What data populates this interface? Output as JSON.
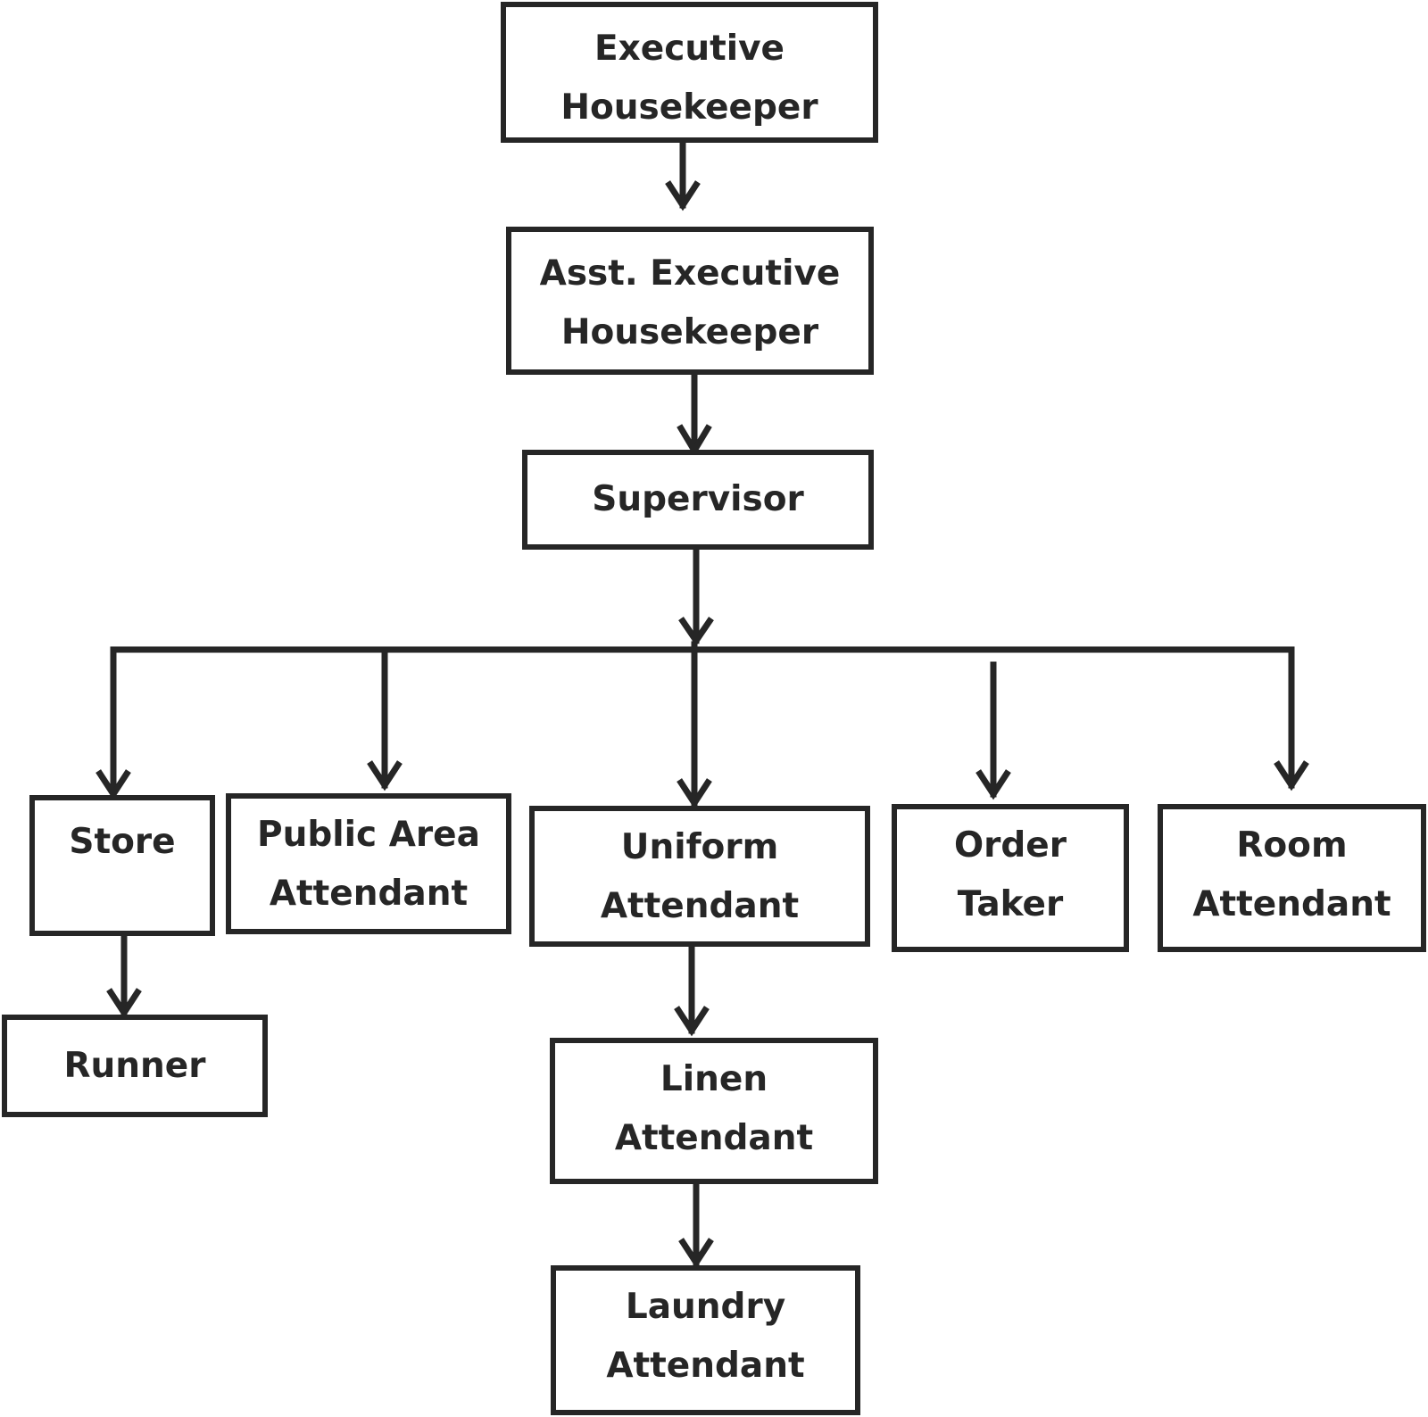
{
  "colors": {
    "stroke": "#262626",
    "background": "#ffffff"
  },
  "nodes": {
    "executive_housekeeper": {
      "line1": "Executive",
      "line2": "Housekeeper"
    },
    "asst_executive_housekeeper": {
      "line1": "Asst. Executive",
      "line2": "Housekeeper"
    },
    "supervisor": {
      "line1": "Supervisor"
    },
    "store": {
      "line1": "Store"
    },
    "public_area_attendant": {
      "line1": "Public Area",
      "line2": "Attendant"
    },
    "uniform_attendant": {
      "line1": "Uniform",
      "line2": "Attendant"
    },
    "order_taker": {
      "line1": "Order",
      "line2": "Taker"
    },
    "room_attendant": {
      "line1": "Room",
      "line2": "Attendant"
    },
    "runner": {
      "line1": "Runner"
    },
    "linen_attendant": {
      "line1": "Linen",
      "line2": "Attendant"
    },
    "laundry_attendant": {
      "line1": "Laundry",
      "line2": "Attendant"
    }
  },
  "edges": [
    {
      "from": "executive_housekeeper",
      "to": "asst_executive_housekeeper"
    },
    {
      "from": "asst_executive_housekeeper",
      "to": "supervisor"
    },
    {
      "from": "supervisor",
      "to": "store"
    },
    {
      "from": "supervisor",
      "to": "public_area_attendant"
    },
    {
      "from": "supervisor",
      "to": "uniform_attendant"
    },
    {
      "from": "supervisor",
      "to": "order_taker"
    },
    {
      "from": "supervisor",
      "to": "room_attendant"
    },
    {
      "from": "store",
      "to": "runner"
    },
    {
      "from": "uniform_attendant",
      "to": "linen_attendant"
    },
    {
      "from": "linen_attendant",
      "to": "laundry_attendant"
    }
  ]
}
